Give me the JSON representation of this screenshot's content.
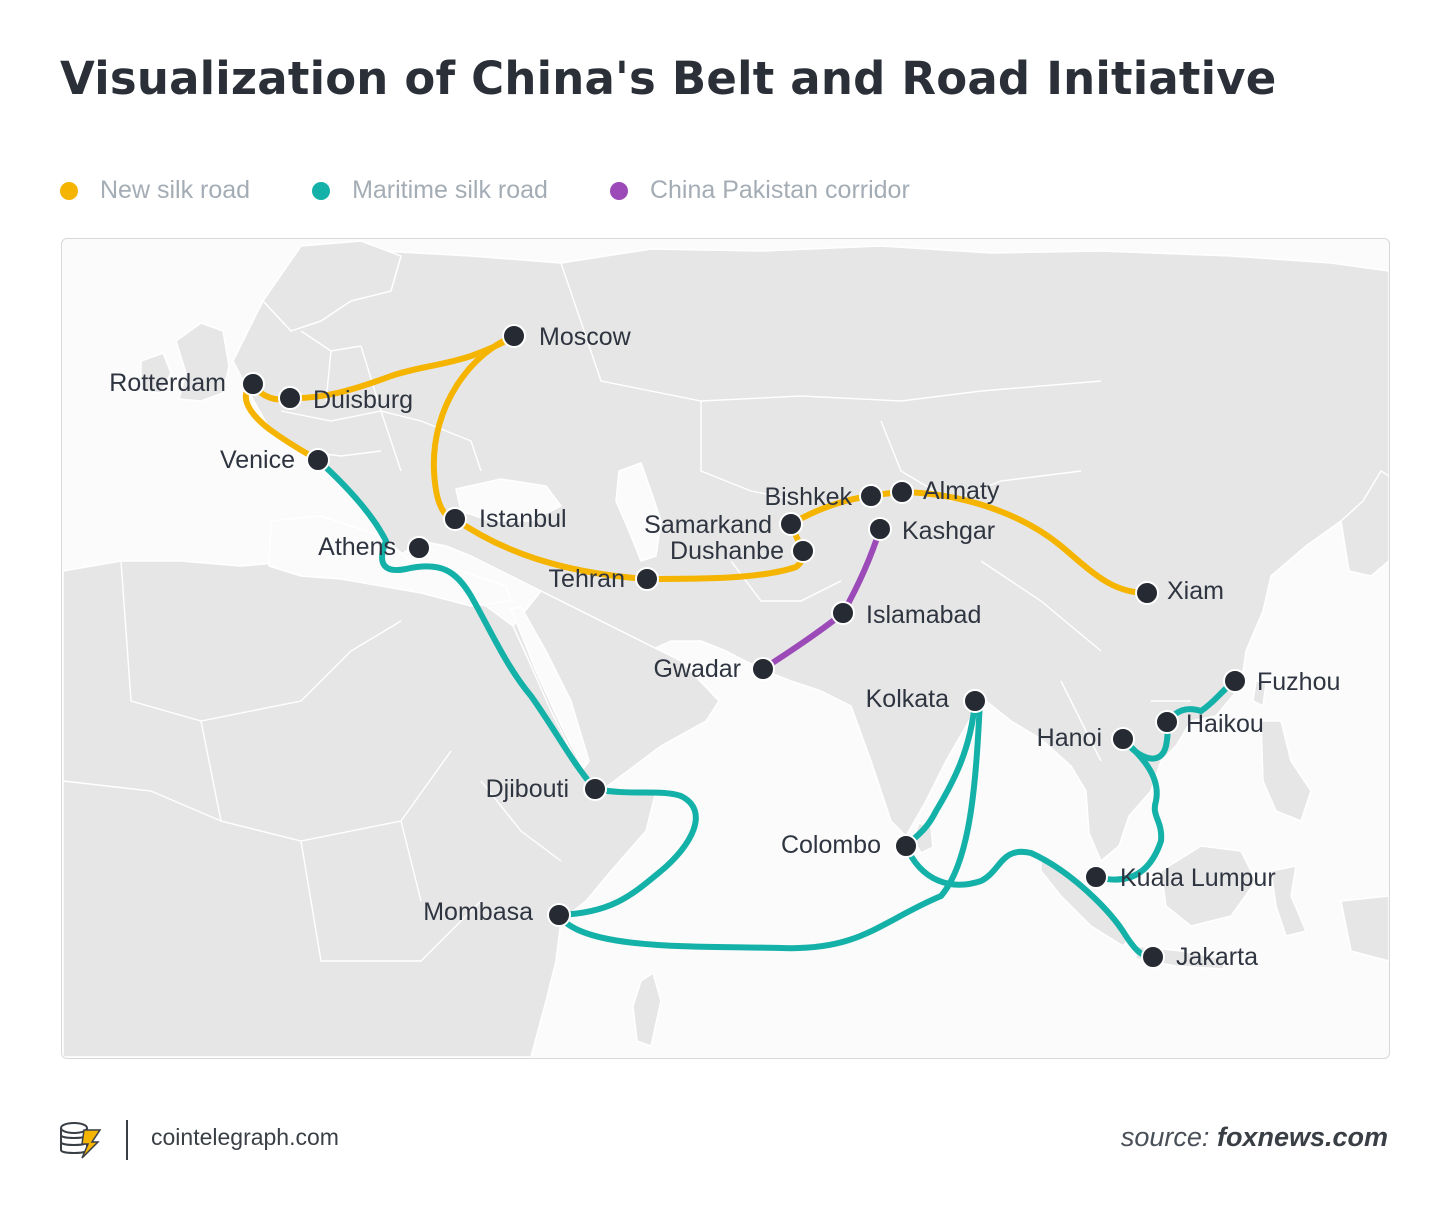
{
  "title": "Visualization of China's Belt and Road Initiative",
  "legend": [
    {
      "label": "New silk road",
      "color": "#f5b400"
    },
    {
      "label": "Maritime silk road",
      "color": "#14b1a8"
    },
    {
      "label": "China Pakistan corridor",
      "color": "#9b4ab8"
    }
  ],
  "colors": {
    "land": "#e6e6e6",
    "border": "#ffffff",
    "node": "#262b33",
    "label": "#2f3540"
  },
  "cities": {
    "moscow": "Moscow",
    "rotterdam": "Rotterdam",
    "duisburg": "Duisburg",
    "venice": "Venice",
    "istanbul": "Istanbul",
    "athens": "Athens",
    "bishkek": "Bishkek",
    "almaty": "Almaty",
    "samarkand": "Samarkand",
    "kashgar": "Kashgar",
    "dushanbe": "Dushanbe",
    "tehran": "Tehran",
    "xiam": "Xiam",
    "islamabad": "Islamabad",
    "gwadar": "Gwadar",
    "fuzhou": "Fuzhou",
    "kolkata": "Kolkata",
    "haikou": "Haikou",
    "hanoi": "Hanoi",
    "djibouti": "Djibouti",
    "colombo": "Colombo",
    "kuala_lumpur": "Kuala Lumpur",
    "mombasa": "Mombasa",
    "jakarta": "Jakarta"
  },
  "footer": {
    "site": "cointelegraph.com",
    "source_prefix": "source:",
    "source_name": "foxnews.com"
  }
}
